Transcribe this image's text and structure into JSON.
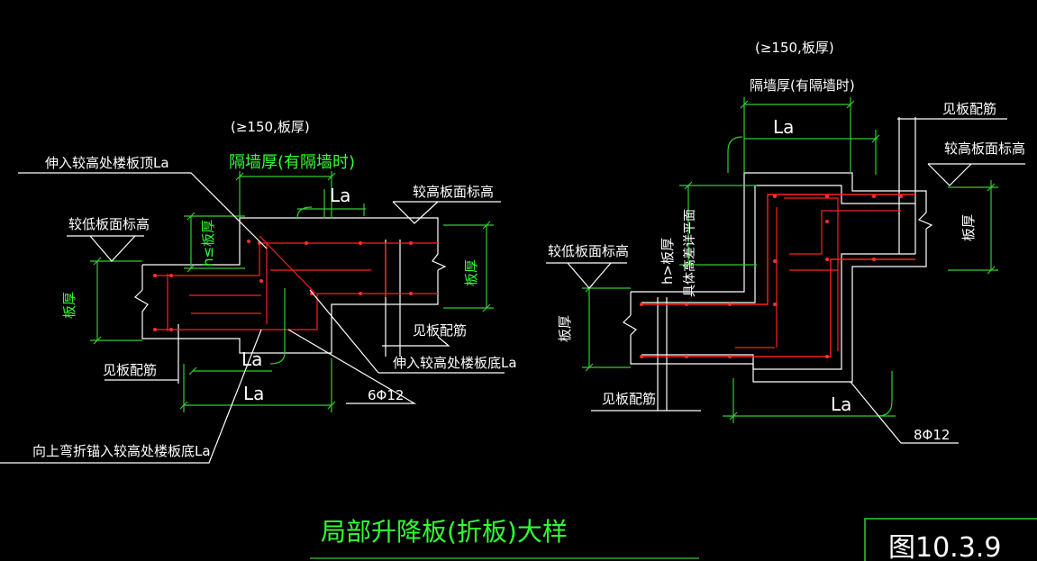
{
  "colors": {
    "background": "#000000",
    "outline": "#ffffff",
    "dimension": "#33cc33",
    "rebar": "#ff2020",
    "title": "#33ff33"
  },
  "left_detail": {
    "note_ge150": "(≥150,板厚)",
    "partition_thickness": "隔墙厚(有隔墙时)",
    "extend_top": "伸入较高处楼板顶La",
    "la_top": "La",
    "higher_level": "较高板面标高",
    "lower_level": "较低板面标高",
    "h_le_thickness": "h≤板厚",
    "slab_thickness_left": "板厚",
    "slab_thickness_right": "板厚",
    "see_reinf_right": "见板配筋",
    "see_reinf_left": "见板配筋",
    "extend_bottom": "伸入较高处楼板底La",
    "la_bottom_1": "La",
    "la_bottom_2": "La",
    "bars": "6Φ12",
    "bend_up": "向上弯折锚入较高处楼板底La"
  },
  "right_detail": {
    "note_ge150": "(≥150,板厚)",
    "partition_thickness": "隔墙厚(有隔墙时)",
    "la_top": "La",
    "see_reinf_top": "见板配筋",
    "higher_level": "较高板面标高",
    "slab_thickness_right": "板厚",
    "h_gt_thickness": "h>板厚",
    "design_note": "具体高差详平面",
    "lower_level": "较低板面标高",
    "slab_thickness_left": "板厚",
    "see_reinf_bottom": "见板配筋",
    "la_bottom": "La",
    "bars": "8Φ12"
  },
  "title": "局部升降板(折板)大样",
  "figure_no": "图10.3.9"
}
